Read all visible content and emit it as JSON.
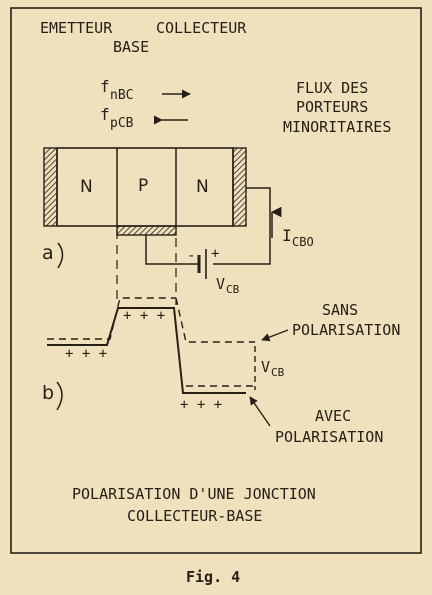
{
  "labels": {
    "emitter": "EMETTEUR",
    "collector": "COLLECTEUR",
    "base": "BASE",
    "fnbc_main": "f",
    "fnbc_sub": "nBC",
    "fpcb_main": "f",
    "fpcb_sub": "pCB",
    "flux_line1": "FLUX DES",
    "flux_line2": "PORTEURS",
    "flux_line3": "MINORITAIRES",
    "region_n1": "N",
    "region_p": "P",
    "region_n2": "N",
    "part_a": "a",
    "part_b": "b",
    "icbo_main": "I",
    "icbo_sub": "CBO",
    "vcb_main": "V",
    "vcb_sub": "CB",
    "battery_minus": "-",
    "battery_plus": "+",
    "charges_base": "+ + +",
    "charges_emitter": "+ + +",
    "charges_collector": "+ + +",
    "vcb2_main": "V",
    "vcb2_sub": "CB",
    "sans_line1": "SANS",
    "sans_line2": "POLARISATION",
    "avec_line1": "AVEC",
    "avec_line2": "POLARISATION",
    "caption_line1": "POLARISATION D'UNE JONCTION",
    "caption_line2": "COLLECTEUR-BASE",
    "figure_label": "Fig. 4"
  },
  "colors": {
    "paper": "#efe1bd",
    "ink": "#262016"
  }
}
